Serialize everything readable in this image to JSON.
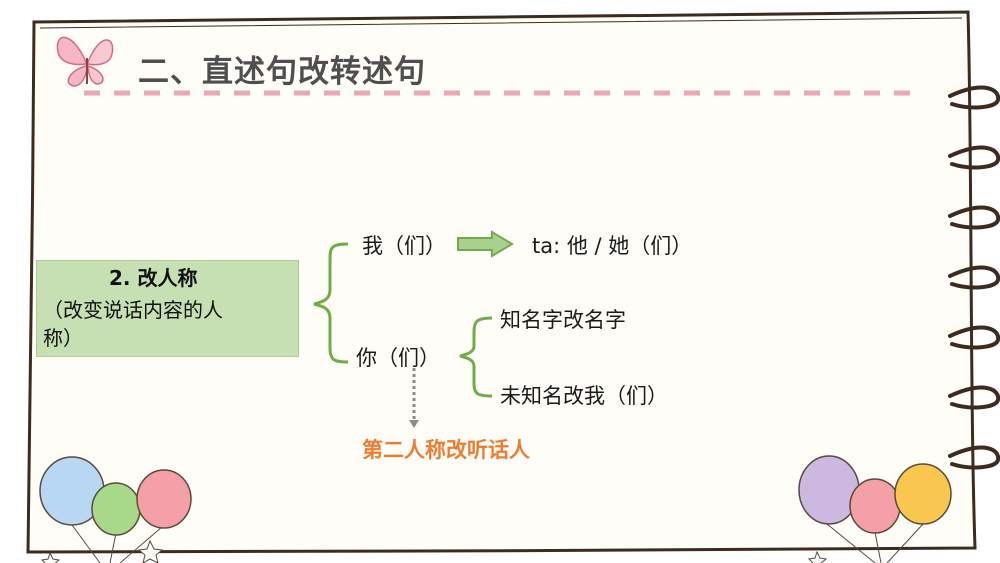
{
  "title": "二、直述句改转述句",
  "box": {
    "line1": "2. 改人称",
    "line2": "（改变说话内容的人",
    "line3": "称）"
  },
  "diagram": {
    "wo": "我（们）",
    "ta": "ta: 他 / 她（们）",
    "ni": "你（们）",
    "known": "知名字改名字",
    "unknown": "未知名改我（们）",
    "second": "第二人称改听话人"
  },
  "colors": {
    "frame": "#3d2b1f",
    "accent_green": "#70ad47",
    "box_fill": "#c6e0b4",
    "dash": "#e8a9b6",
    "orange": "#ed7d31",
    "title": "#4f4f4f"
  },
  "icons": [
    "butterfly-icon",
    "balloons-left-icon",
    "balloons-right-icon",
    "arrow-right-icon",
    "dotted-arrow-down-icon"
  ]
}
